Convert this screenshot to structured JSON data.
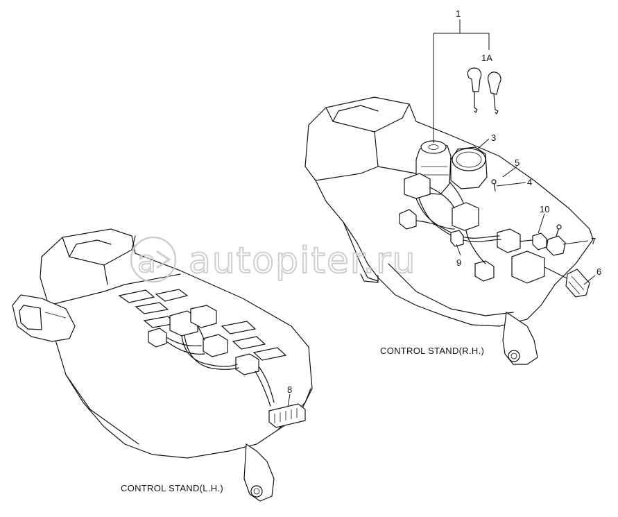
{
  "callouts": {
    "c1": "1",
    "c1a": "1A",
    "c3": "3",
    "c4": "4",
    "c5": "5",
    "c6": "6",
    "c7": "7",
    "c8": "8",
    "c9": "9",
    "c10": "10"
  },
  "captions": {
    "right": "CONTROL STAND(R.H.)",
    "left": "CONTROL STAND(L.H.)"
  },
  "watermark": {
    "text": "autopiter.ru",
    "logo": "a-arrow-logo"
  }
}
